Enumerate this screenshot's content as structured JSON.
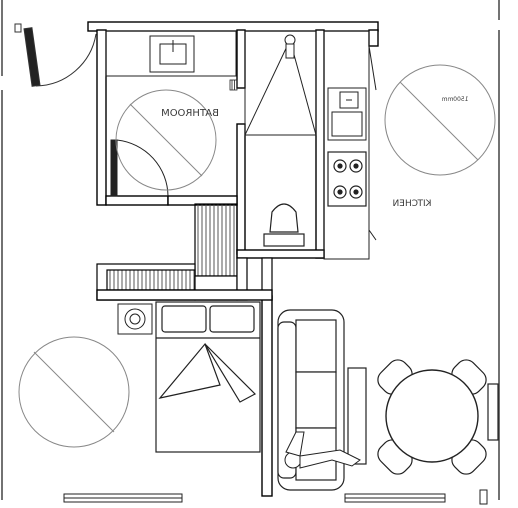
{
  "floor_plan": {
    "rooms": {
      "bathroom": {
        "label": "BATHROOM"
      },
      "kitchen": {
        "label": "KITCHEN"
      }
    },
    "annotations": {
      "turning_circle": "1500mm"
    },
    "fixtures": [
      "washbasin",
      "shower",
      "toilet",
      "sink",
      "cooktop",
      "kitchen-counter",
      "washing-machine",
      "double-bed",
      "sofa",
      "dining-table",
      "dining-chairs",
      "side-table",
      "seated-person"
    ],
    "labels_mirrored": true,
    "colors": {
      "wall": "#000000",
      "hatch": "#555555",
      "circle": "#888888",
      "fixture_line": "#222222"
    }
  }
}
